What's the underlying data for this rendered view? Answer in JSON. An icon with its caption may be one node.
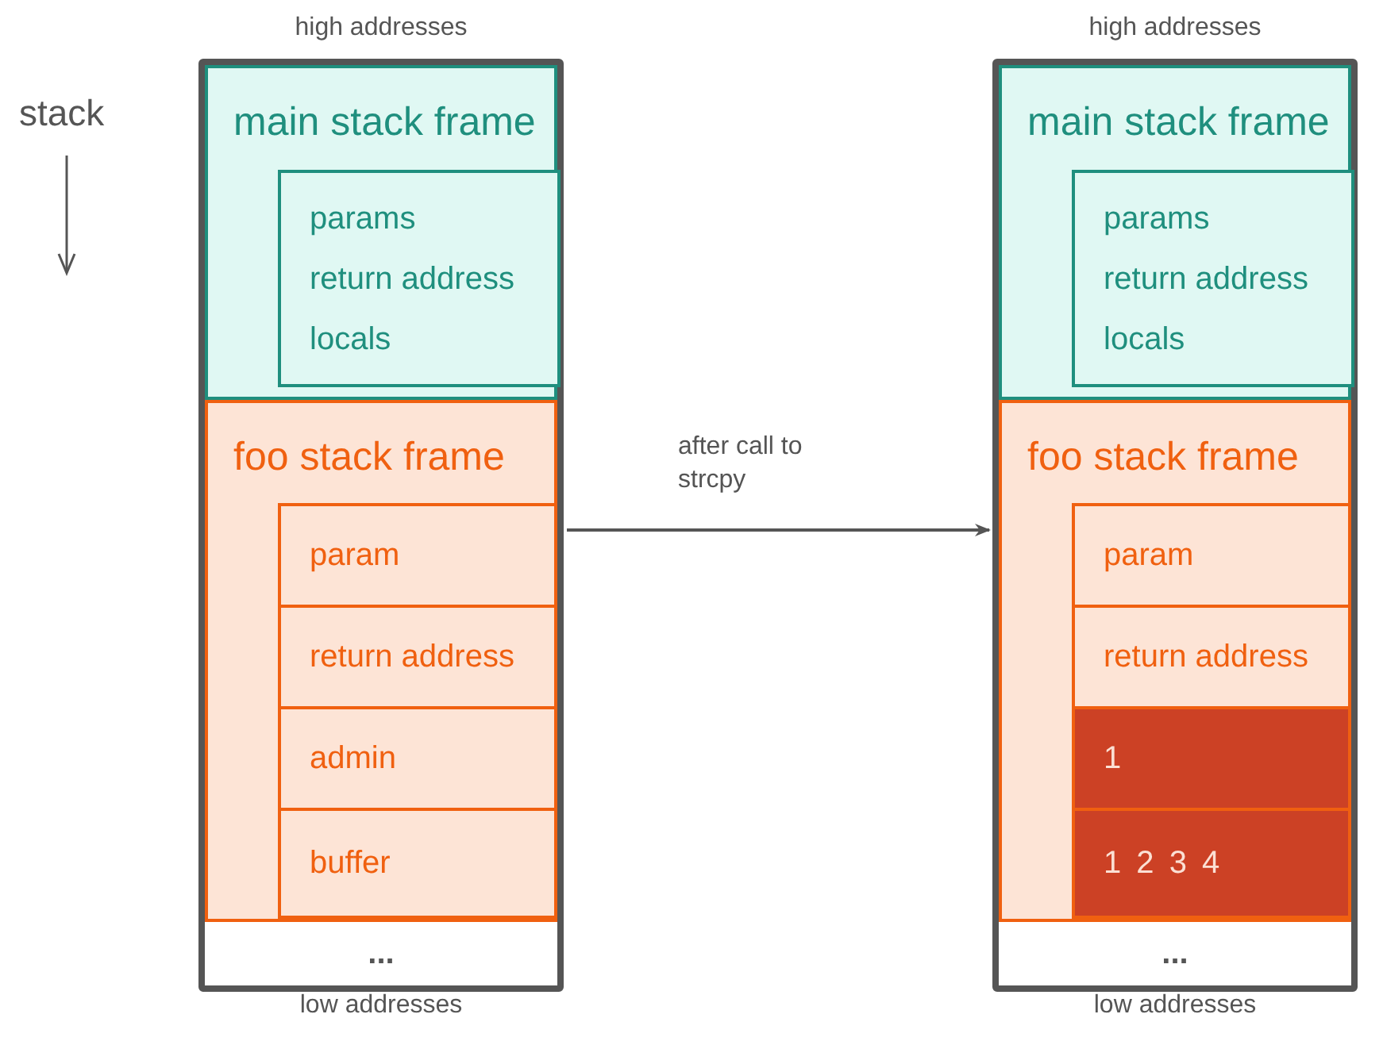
{
  "diagram": {
    "nodes": [
      {
        "text": [
          "high addresses",
          "low addresses"
        ]
      },
      {
        "text": [
          "main stack frame"
        ],
        "in": 0
      },
      {
        "text": [
          "params",
          "return address",
          "locals"
        ],
        "in": 1
      },
      {
        "text": [
          "foo stack frame"
        ],
        "in": 0
      },
      {
        "text": [
          "param"
        ],
        "in": 3
      },
      {
        "text": [
          "return address"
        ],
        "in": 3
      },
      {
        "text": [
          "admin"
        ],
        "in": 3
      },
      {
        "text": [
          "buffer"
        ],
        "in": 3
      },
      {
        "text": [
          "..."
        ],
        "in": 0
      },
      {
        "text": [
          "high addresses",
          "low addresses"
        ]
      },
      {
        "text": [
          "main stack frame"
        ],
        "in": 9
      },
      {
        "text": [
          "params",
          "return address",
          "locals"
        ],
        "in": 10
      },
      {
        "text": [
          "foo stack frame"
        ],
        "in": 9
      },
      {
        "text": [
          "param"
        ],
        "in": 12
      },
      {
        "text": [
          "return address"
        ],
        "in": 12
      },
      {
        "text": [
          "1"
        ],
        "in": 12
      },
      {
        "text": [
          "1 2 3 4"
        ],
        "in": 12
      },
      {
        "text": [
          "..."
        ],
        "in": 9
      }
    ],
    "edges": [
      {
        "from": 0,
        "to": 9,
        "arrow": "to",
        "label": "after call to strcpy"
      }
    ],
    "labels": [
      "stack"
    ]
  }
}
